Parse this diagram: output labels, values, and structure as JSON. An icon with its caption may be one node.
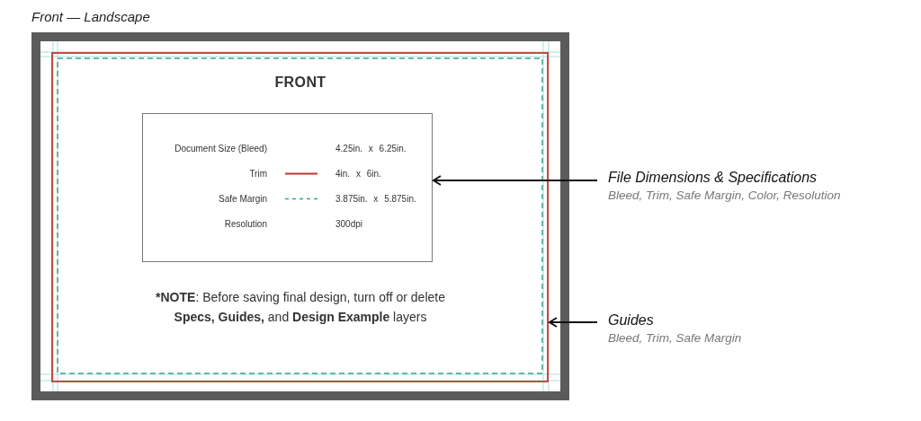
{
  "diagram": {
    "title": "Front — Landscape",
    "nodes": [
      {
        "text": [],
        "shape": "box"
      },
      {
        "text": [
          "FRONT",
          "***NOTE**: Before saving final design, turn off or delete **Specs, Guides,** and **Design Example** layers"
        ],
        "in": 0
      },
      {
        "text": [
          "Document Size (Bleed)",
          "4.25in. x 6.25in.",
          "Trim",
          "4in. x 6in.",
          "Safe Margin",
          "3.875in. x 5.875in.",
          "Resolution",
          "300dpi"
        ],
        "in": 1
      },
      {
        "text": [
          "File Dimensions & Specifications",
          "Bleed, Trim, Safe Margin, Color, Resolution"
        ]
      },
      {
        "text": [
          "Guides",
          "Bleed, Trim, Safe Margin"
        ]
      }
    ],
    "edges": [
      {
        "from": 3,
        "to": 2,
        "arrow": "to"
      },
      {
        "from": 4,
        "to": 1,
        "arrow": "to"
      }
    ]
  }
}
